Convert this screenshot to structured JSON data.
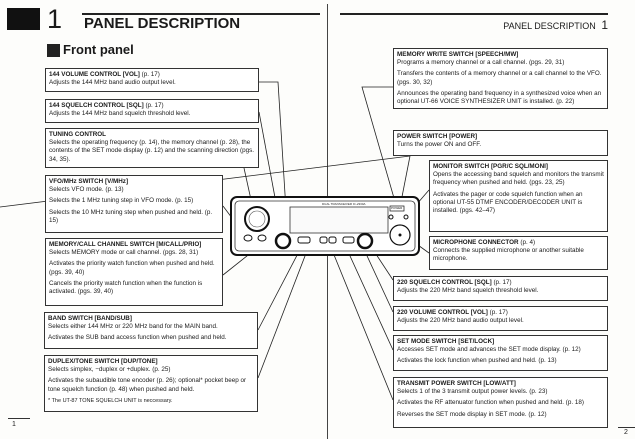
{
  "left_page": {
    "chapter_number": "1",
    "chapter_title": "PANEL DESCRIPTION",
    "section_title": "Front panel",
    "page_number": "1",
    "callouts": [
      {
        "title": "144 VOLUME CONTROL [VOL]",
        "ref": " (p. 17)",
        "lines": [
          "Adjusts the 144 MHz band audio output level."
        ]
      },
      {
        "title": "144 SQUELCH CONTROL [SQL]",
        "ref": " (p. 17)",
        "lines": [
          "Adjusts the 144 MHz band squelch threshold level."
        ]
      },
      {
        "title": "TUNING CONTROL",
        "ref": "",
        "lines": [
          "Selects the operating frequency (p. 14), the memory channel (p. 28), the contents of the SET mode display (p. 12) and the scanning direction (pgs. 34, 35)."
        ]
      },
      {
        "title": "VFO/MHz SWITCH [V/MHz]",
        "ref": "",
        "lines": [
          "Selects VFO mode. (p. 13)",
          "Selects the 1 MHz tuning step in VFO mode. (p. 15)",
          "Selects the 10 MHz tuning step when pushed and held. (p. 15)"
        ]
      },
      {
        "title": "MEMORY/CALL CHANNEL SWITCH [M/CALL/PRIO]",
        "ref": "",
        "lines": [
          "Selects MEMORY mode or call channel. (pgs. 28, 31)",
          "Activates the priority watch function when pushed and held. (pgs. 39, 40)",
          "Cancels the priority watch function when the function is activated. (pgs. 39, 40)"
        ]
      },
      {
        "title": "BAND SWITCH [BAND/SUB]",
        "ref": "",
        "lines": [
          "Selects either 144 MHz or 220 MHz band for the MAIN band.",
          "Activates the SUB band access function when pushed and held."
        ]
      },
      {
        "title": "DUPLEX/TONE SWITCH [DUP/TONE]",
        "ref": "",
        "lines": [
          "Selects simplex, −duplex or +duplex. (p. 25)",
          "Activates the subaudible tone encoder (p. 26); optional* pocket beep or tone squelch function (p. 48) when pushed and held.",
          "* The UT-87 TONE SQUELCH UNIT is neccessary."
        ]
      }
    ]
  },
  "right_page": {
    "header": "PANEL DESCRIPTION",
    "chapter_number": "1",
    "page_number": "2",
    "callouts": [
      {
        "title": "MEMORY WRITE SWITCH [SPEECH/MW]",
        "ref": "",
        "lines": [
          "Programs a memory channel or a call channel. (pgs. 29, 31)",
          "Transfers the contents of a memory channel or a call channel to the VFO. (pgs. 30, 32)",
          "Announces the operating band frequency in a synthesized voice when an optional UT-66 VOICE SYNTHESIZER UNIT is installed. (p. 22)"
        ]
      },
      {
        "title": "POWER SWITCH [POWER]",
        "ref": "",
        "lines": [
          "Turns the power ON and OFF."
        ]
      },
      {
        "title": "MONITOR SWITCH [PGR/C SQL/MONI]",
        "ref": "",
        "lines": [
          "Opens the accessing band squelch and monitors the transmit frequency when pushed and held. (pgs. 23, 25)",
          "Activates the pager or code squelch function when an optional UT-55 DTMF ENCODER/DECODER UNIT is installed. (pgs. 42–47)"
        ]
      },
      {
        "title": "MICROPHONE CONNECTOR",
        "ref": " (p. 4)",
        "lines": [
          "Connects the supplied microphone or another suitable microphone."
        ]
      },
      {
        "title": "220 SQUELCH CONTROL [SQL]",
        "ref": " (p. 17)",
        "lines": [
          "Adjusts the 220 MHz band squelch threshold level."
        ]
      },
      {
        "title": "220 VOLUME CONTROL [VOL]",
        "ref": " (p. 17)",
        "lines": [
          "Adjusts the 220 MHz band audio output level."
        ]
      },
      {
        "title": "SET MODE SWITCH [SET/LOCK]",
        "ref": "",
        "lines": [
          "Accesses SET mode and advances the SET mode display. (p. 12)",
          "Activates the lock function when pushed and held. (p. 13)"
        ]
      },
      {
        "title": "TRANSMIT POWER SWITCH [LOW/ATT]",
        "ref": "",
        "lines": [
          "Selects 1 of the 3 transmit output power levels. (p. 23)",
          "Activates the RF attenuator function when pushed and held. (p. 18)",
          "Reverses the SET mode display in SET mode. (p. 12)"
        ]
      }
    ]
  },
  "radio": {
    "model_label": "DUAL TRANSCEIVER IC-2330A",
    "power_label": "POWER"
  }
}
